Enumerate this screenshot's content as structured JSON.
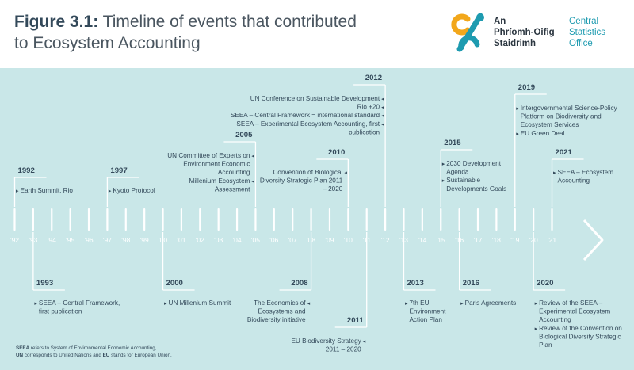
{
  "figure": {
    "label": "Figure 3.1:",
    "title": "Timeline of events that contributed to Ecosystem Accounting"
  },
  "logo": {
    "irish": [
      "An",
      "Phríomh-Oifig",
      "Staidrimh"
    ],
    "english": [
      "Central",
      "Statistics",
      "Office"
    ]
  },
  "colors": {
    "background": "#c9e7e8",
    "tick": "#ffffff",
    "text": "#33495a",
    "logo_teal": "#1e9bb0",
    "logo_orange": "#f2a71b"
  },
  "years": [
    "'92",
    "'93",
    "'94",
    "'95",
    "'96",
    "'97",
    "'98",
    "'99",
    "'00",
    "'01",
    "'02",
    "'03",
    "'04",
    "'05",
    "'06",
    "'07",
    "'08",
    "'09",
    "'10",
    "'11",
    "'12",
    "'13",
    "'14",
    "'15",
    "'16",
    "'17",
    "'18",
    "'19",
    "'20",
    "'21"
  ],
  "events_above": [
    {
      "year": "1992",
      "col": 0,
      "align": "left",
      "items": [
        "Earth Summit, Rio"
      ]
    },
    {
      "year": "1997",
      "col": 5,
      "align": "left",
      "items": [
        "Kyoto Protocol"
      ]
    },
    {
      "year": "2005",
      "col": 13,
      "align": "right",
      "items": [
        "UN Committee of Experts on Environment Economic Accounting",
        "Millenium Ecosystem Assessment"
      ]
    },
    {
      "year": "2010",
      "col": 18,
      "align": "right",
      "items": [
        "Convention of Biological Diversity Strategic Plan 2011 – 2020"
      ]
    },
    {
      "year": "2012",
      "col": 20,
      "align": "right",
      "items": [
        "UN Conference on Sustainable Development",
        "Rio +20",
        "SEEA – Central Framework = international standard",
        "SEEA – Experimental Ecosystem Accounting, first publication"
      ]
    },
    {
      "year": "2015",
      "col": 23,
      "align": "left",
      "items": [
        "2030 Development Agenda",
        "Sustainable Developments Goals"
      ]
    },
    {
      "year": "2019",
      "col": 27,
      "align": "left",
      "items": [
        "Intergovernmental Science-Policy Platform on Biodiversity and Ecosystem Services",
        "EU Green Deal"
      ]
    },
    {
      "year": "2021",
      "col": 29,
      "align": "left",
      "items": [
        "SEEA – Ecosystem Accounting"
      ]
    }
  ],
  "events_below": [
    {
      "year": "1993",
      "col": 1,
      "align": "left",
      "items": [
        "SEEA – Central Framework, first publication"
      ]
    },
    {
      "year": "2000",
      "col": 8,
      "align": "left",
      "items": [
        "UN Millenium Summit"
      ]
    },
    {
      "year": "2008",
      "col": 16,
      "align": "right",
      "items": [
        "The Economics of Ecosystems and Biodiversity initiative"
      ]
    },
    {
      "year": "2011",
      "col": 19,
      "align": "right",
      "items": [
        "EU Biodiversity Strategy 2011 – 2020"
      ]
    },
    {
      "year": "2013",
      "col": 21,
      "align": "left",
      "items": [
        "7th EU Environment Action Plan"
      ]
    },
    {
      "year": "2016",
      "col": 24,
      "align": "left",
      "items": [
        "Paris Agreements"
      ]
    },
    {
      "year": "2020",
      "col": 28,
      "align": "left",
      "items": [
        "Review of the SEEA – Experimental Ecosystem Accounting",
        "Review of the Convention on Biological Diversity Strategic Plan"
      ]
    }
  ],
  "footnote": {
    "line1_bold": "SEEA",
    "line1_rest": " refers to System of Environmental Economic Accounting,",
    "line2_bold1": "UN",
    "line2_mid": " corresponds to United Nations and ",
    "line2_bold2": "EU",
    "line2_rest": " stands for European Union."
  }
}
